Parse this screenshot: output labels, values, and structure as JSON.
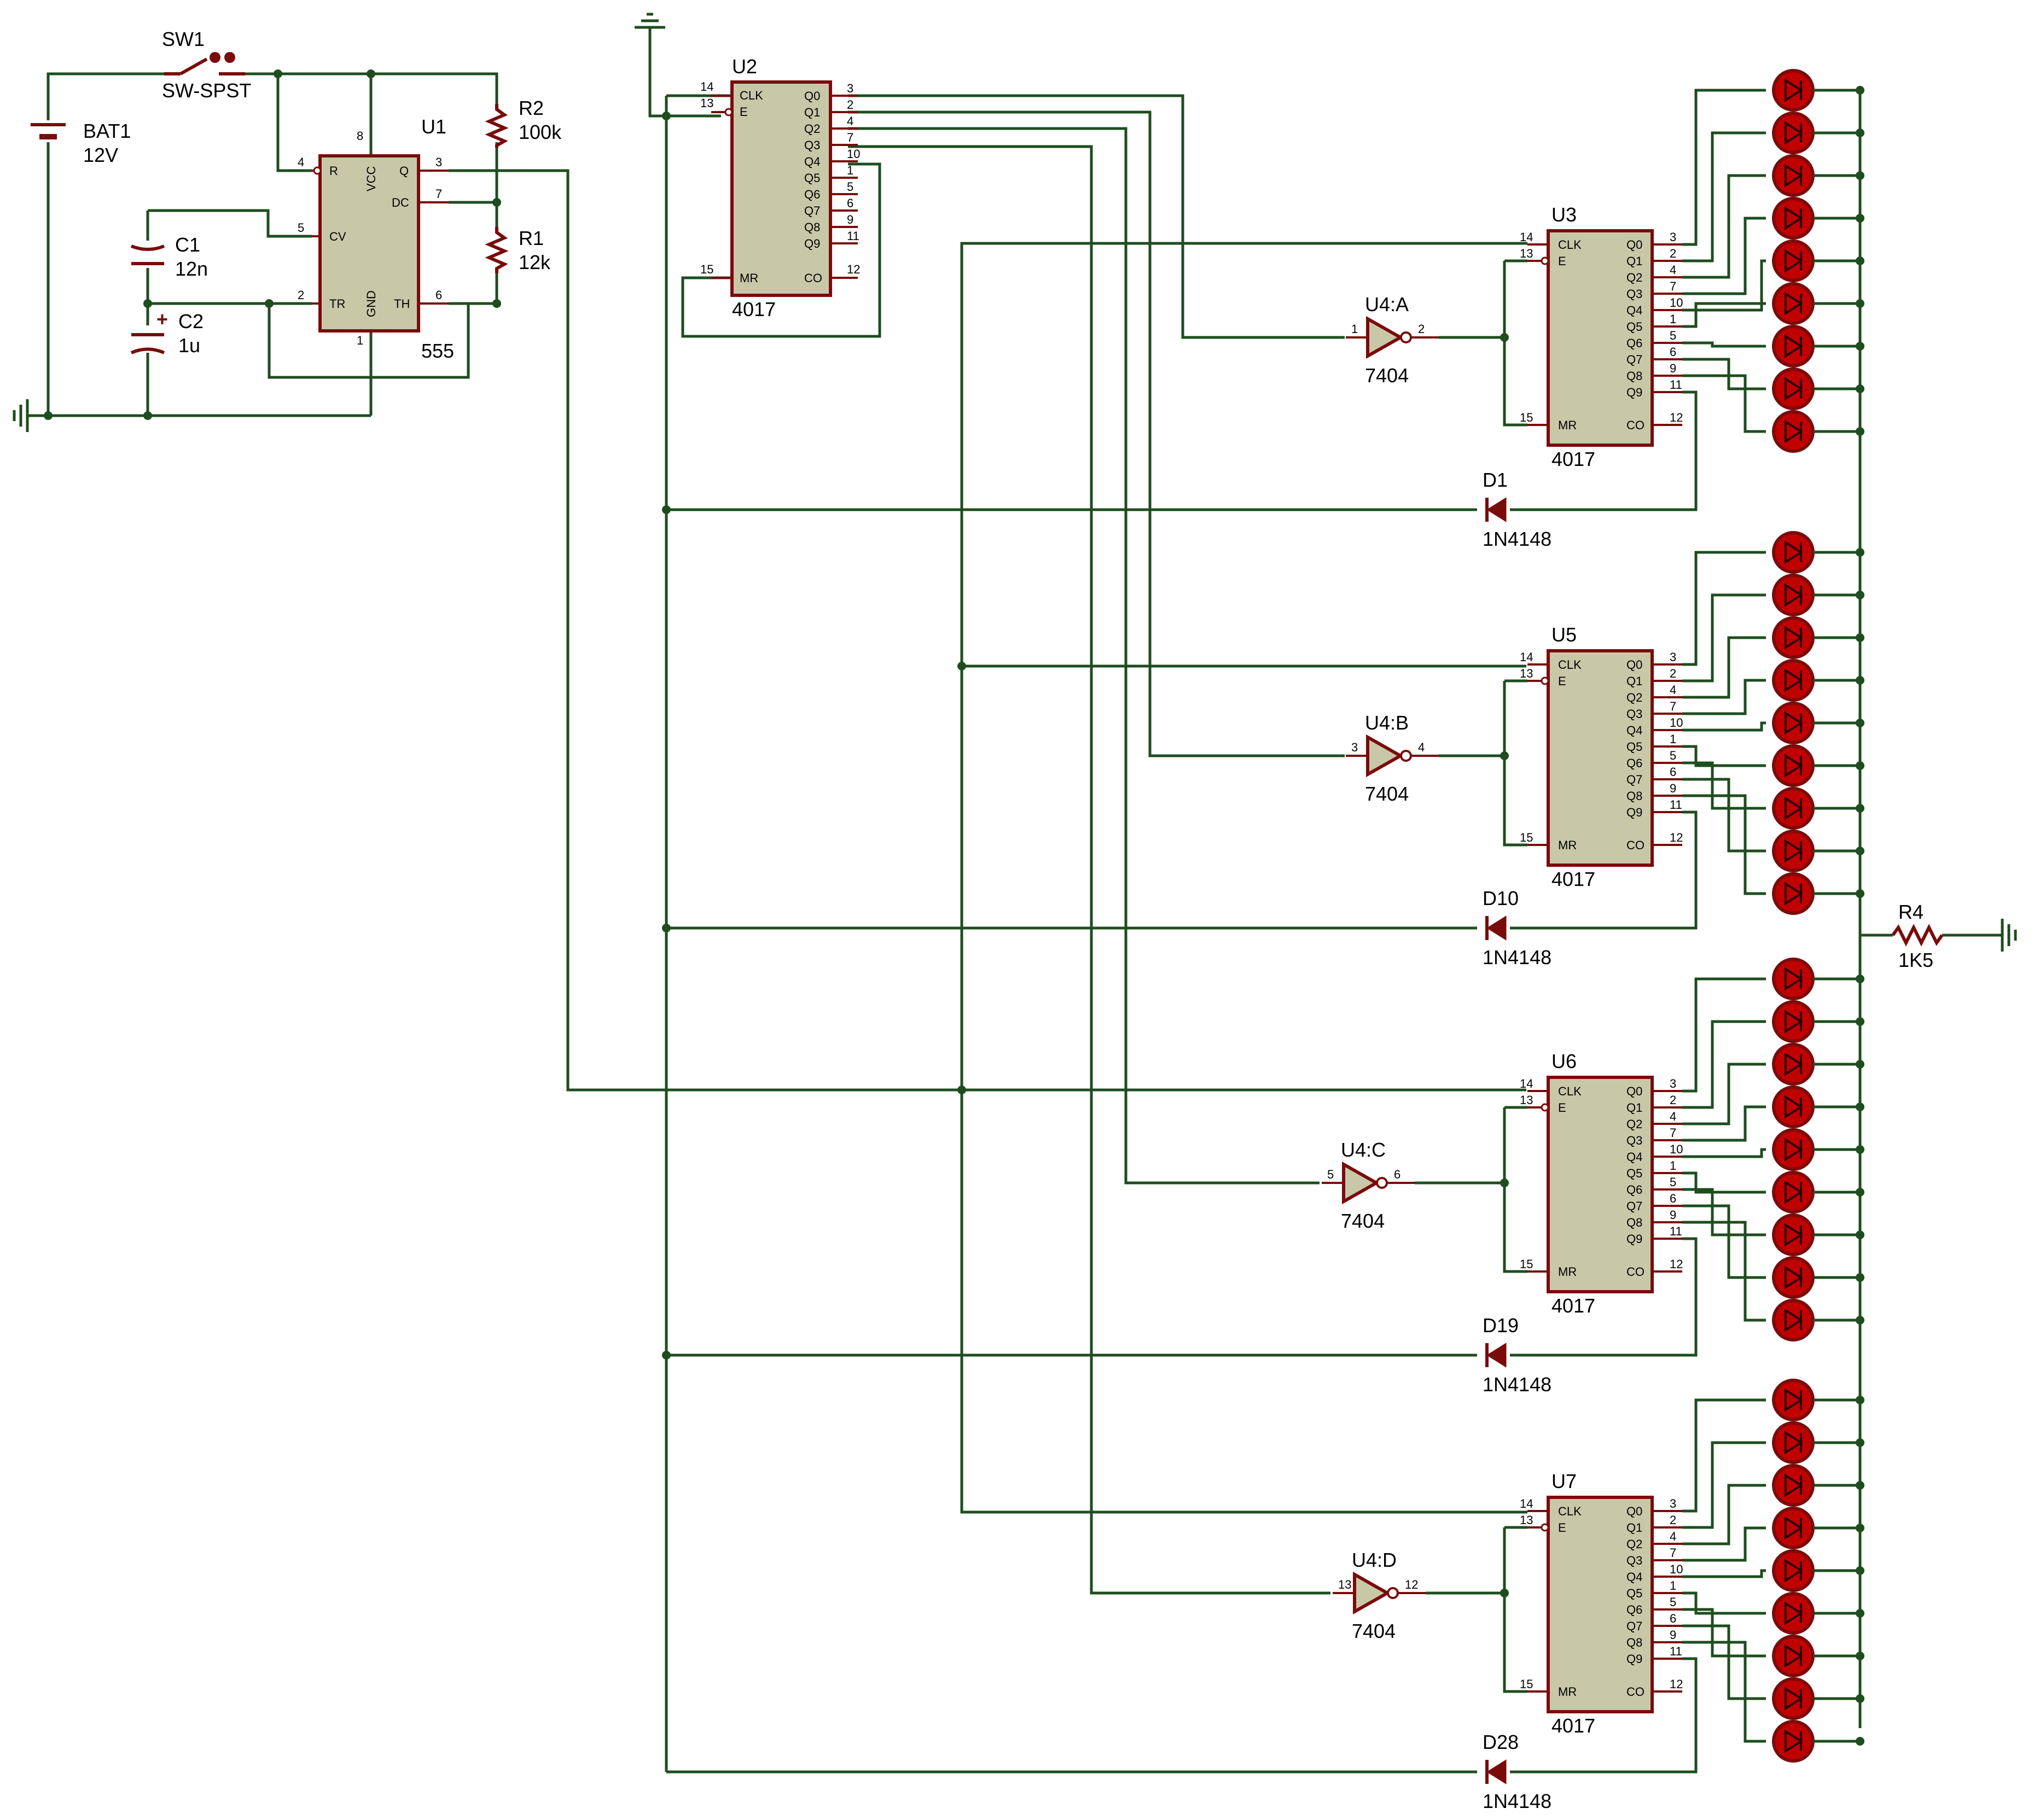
{
  "power": {
    "switch_ref": "SW1",
    "switch_value": "SW-SPST",
    "battery_ref": "BAT1",
    "battery_value": "12V"
  },
  "timer": {
    "ref": "U1",
    "part": "555",
    "pins": {
      "R": "R",
      "VCC": "VCC",
      "Q": "Q",
      "DC": "DC",
      "CV": "CV",
      "TR": "TR",
      "GND": "GND",
      "TH": "TH"
    },
    "pin_numbers": {
      "R": "4",
      "VCC": "8",
      "Q": "3",
      "DC": "7",
      "CV": "5",
      "TR": "2",
      "GND": "1",
      "TH": "6"
    }
  },
  "passives": {
    "r2_ref": "R2",
    "r2_value": "100k",
    "r1_ref": "R1",
    "r1_value": "12k",
    "c1_ref": "C1",
    "c1_value": "12n",
    "c2_ref": "C2",
    "c2_value": "1u",
    "r4_ref": "R4",
    "r4_value": "1K5",
    "c2_polarity": "+"
  },
  "counter_pins": {
    "left": [
      "CLK",
      "E",
      "MR"
    ],
    "left_numbers": [
      "14",
      "13",
      "15"
    ],
    "outputs": [
      "Q0",
      "Q1",
      "Q2",
      "Q3",
      "Q4",
      "Q5",
      "Q6",
      "Q7",
      "Q8",
      "Q9"
    ],
    "output_numbers": [
      "3",
      "2",
      "4",
      "7",
      "10",
      "1",
      "5",
      "6",
      "9",
      "11"
    ],
    "co": "CO",
    "co_number": "12"
  },
  "counters": [
    {
      "ref": "U2",
      "part": "4017"
    },
    {
      "ref": "U3",
      "part": "4017"
    },
    {
      "ref": "U5",
      "part": "4017"
    },
    {
      "ref": "U6",
      "part": "4017"
    },
    {
      "ref": "U7",
      "part": "4017"
    }
  ],
  "inverters": [
    {
      "ref": "U4:A",
      "part": "7404",
      "in": "1",
      "out": "2"
    },
    {
      "ref": "U4:B",
      "part": "7404",
      "in": "3",
      "out": "4"
    },
    {
      "ref": "U4:C",
      "part": "7404",
      "in": "5",
      "out": "6"
    },
    {
      "ref": "U4:D",
      "part": "7404",
      "in": "13",
      "out": "12"
    }
  ],
  "diodes": [
    {
      "ref": "D1",
      "part": "1N4148"
    },
    {
      "ref": "D10",
      "part": "1N4148"
    },
    {
      "ref": "D19",
      "part": "1N4148"
    },
    {
      "ref": "D28",
      "part": "1N4148"
    }
  ],
  "led_count": 36,
  "colors": {
    "wire": "#1e4d1e",
    "component": "#7a0b0b",
    "ic_fill": "#c8c8a9",
    "led_fill": "#c00000"
  }
}
